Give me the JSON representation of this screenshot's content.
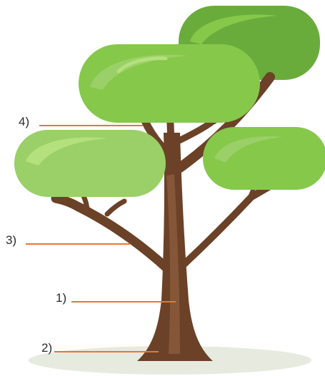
{
  "labels": [
    {
      "id": "1",
      "text": "1)"
    },
    {
      "id": "2",
      "text": "2)"
    },
    {
      "id": "3",
      "text": "3)"
    },
    {
      "id": "4",
      "text": "4)"
    }
  ],
  "colors": {
    "canopy_dark": "#6aac3c",
    "canopy_light": "#86c84a",
    "canopy_pale": "#9ad067",
    "highlight": "#b4e07e",
    "trunk": "#6b4127",
    "trunk_highlight": "#8a5a3c",
    "shadow": "#e6eadf",
    "leader_line": "#e8772e",
    "label_text": "#2b2b2b"
  }
}
